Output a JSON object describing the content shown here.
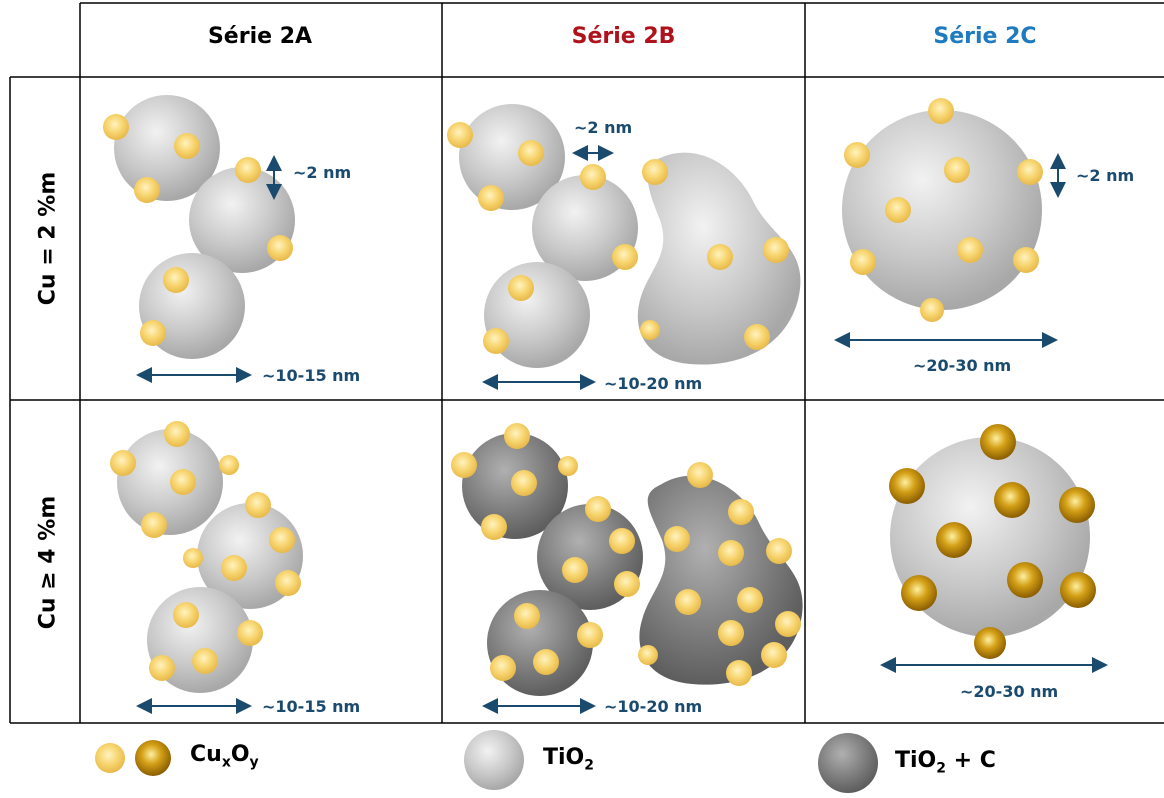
{
  "columns": [
    "Série 2A",
    "Série 2B",
    "Série 2C"
  ],
  "column_colors": [
    "#000000",
    "#b0121b",
    "#1f7bbf"
  ],
  "rows": [
    "Cu = 2 %m",
    "Cu ≥ 4 %m"
  ],
  "annotations": {
    "shell_2a": "~2 nm",
    "shell_2b": "~2 nm",
    "shell_2c": "~2 nm",
    "size_2a_top": "~10-15 nm",
    "size_2b_top": "~10-20 nm",
    "size_2c_top": "~20-30 nm",
    "size_2a_bottom": "~10-15 nm",
    "size_2b_bottom": "~10-20 nm",
    "size_2c_bottom": "~20-30 nm"
  },
  "legend": {
    "cuxoy": {
      "base": "Cu",
      "sub1": "x",
      "mid": "O",
      "sub2": "y"
    },
    "tio2": {
      "base": "TiO",
      "sub": "2"
    },
    "tio2c": {
      "base": "TiO",
      "sub": "2",
      "suffix": " + C"
    }
  },
  "colors": {
    "cluster_light": "#f4d26a",
    "cluster_dark": "#b8860b",
    "tio2": "#c8c8c8",
    "tio2c": "#8a8a8a",
    "annotation": "#1a4a6e"
  }
}
